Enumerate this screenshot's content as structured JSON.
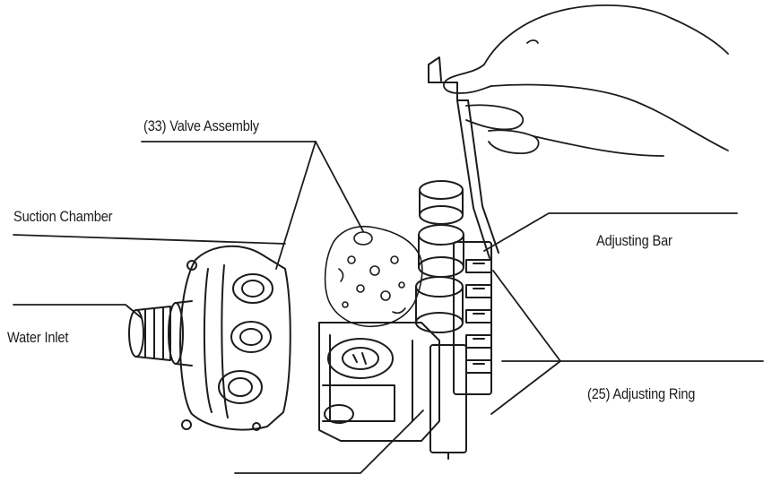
{
  "labels": {
    "valve_assembly": "(33) Valve Assembly",
    "suction_chamber": "Suction Chamber",
    "water_inlet": "Water Inlet",
    "adjusting_bar": "Adjusting Bar",
    "adjusting_ring": "(25) Adjusting Ring"
  },
  "colors": {
    "ink": "#1c1c1c",
    "background": "#ffffff"
  }
}
